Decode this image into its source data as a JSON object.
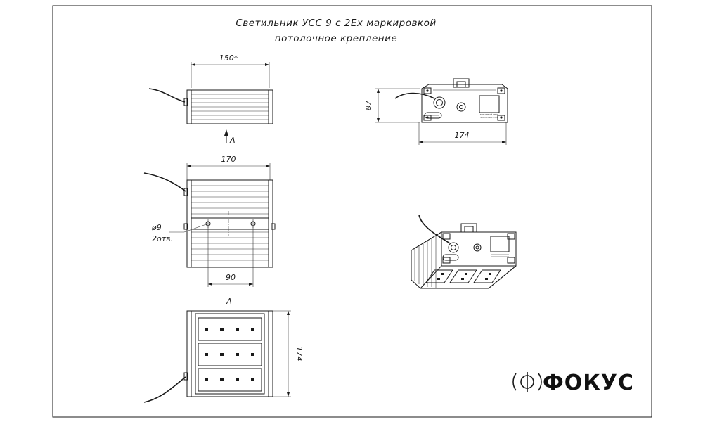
{
  "title": {
    "line1": "Светильник  УСС  9  с  2Ex  маркировкой",
    "line2": "потолочное  крепление"
  },
  "dimensions": {
    "top_width": "150*",
    "side_width": "170",
    "hole_spacing": "90",
    "front_height": "174",
    "right_height": "87",
    "right_width": "174",
    "hole_diameter": "ø9",
    "hole_count": "2отв."
  },
  "view_labels": {
    "arrow_label": "A",
    "view_a": "A"
  },
  "nameplate": {
    "line1": "ТОВАРНЫЙ ЗНАК",
    "line2": "ИЗГОТОВИТЕЛЯ"
  },
  "brand": {
    "name": "ФОКУС"
  }
}
